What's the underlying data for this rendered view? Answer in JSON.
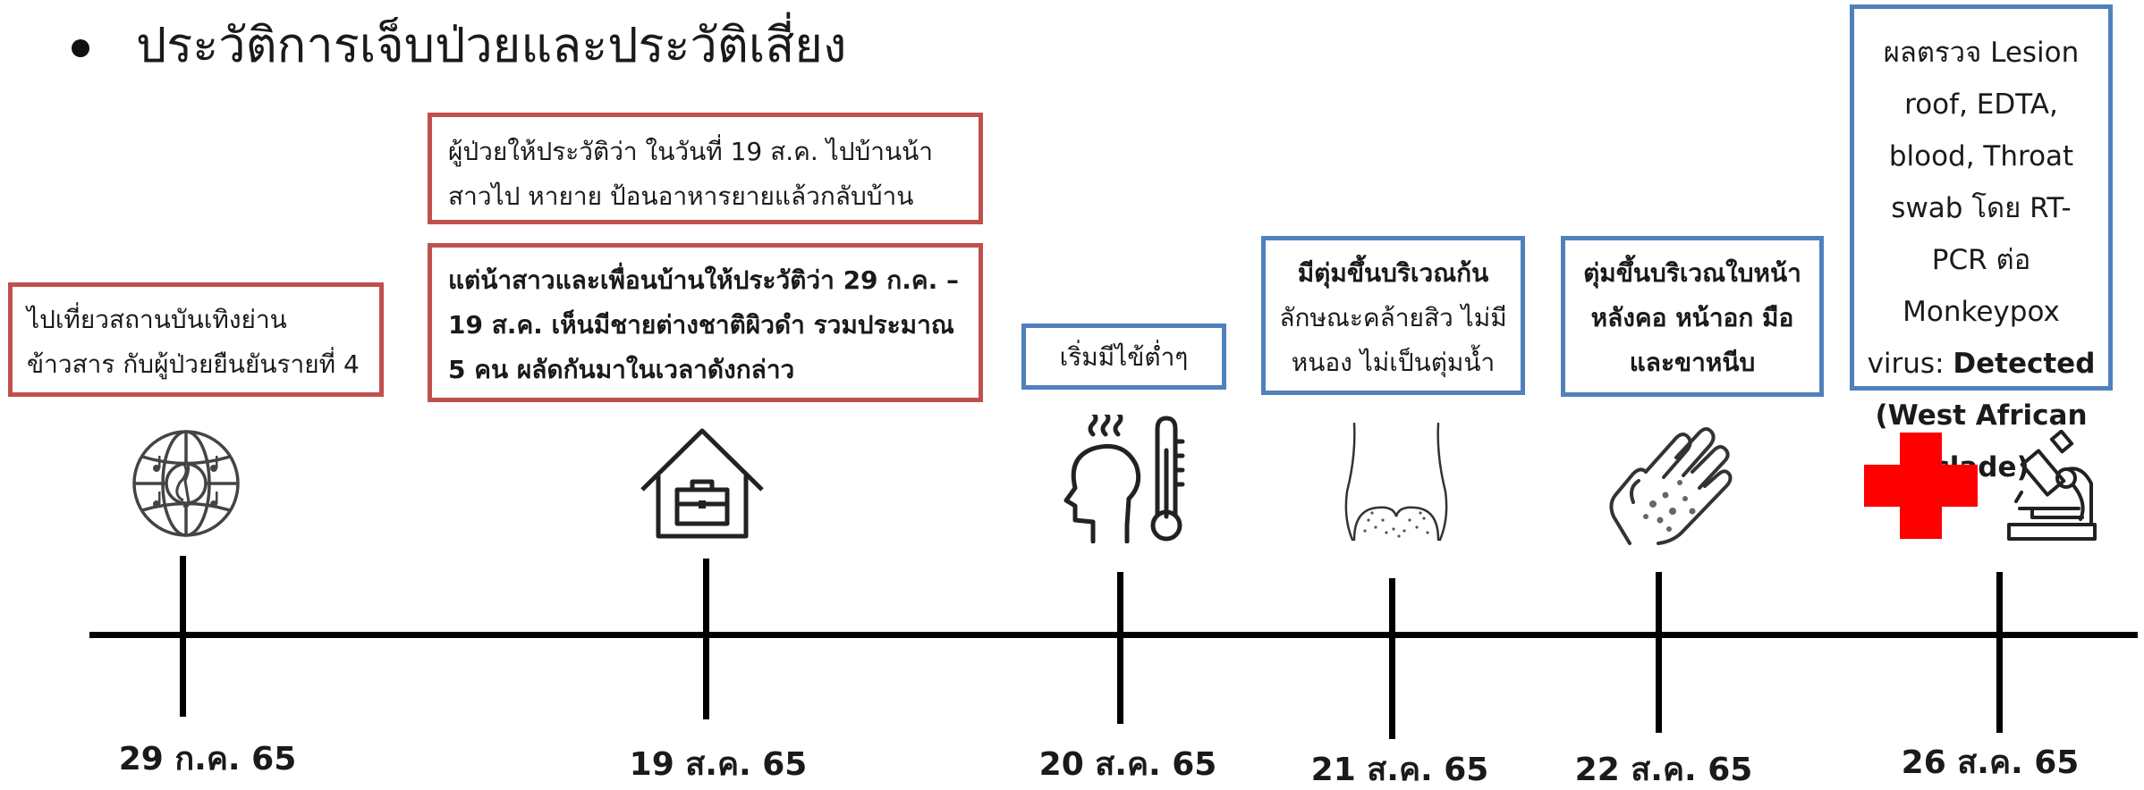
{
  "heading": {
    "bullet": "•",
    "text": "ประวัติการเจ็บป่วยและประวัติเสี่ยง"
  },
  "events": [
    {
      "date": "29 ก.ค. 65",
      "icon": "globe-music-icon",
      "note": "ไปเที่ยวสถานบันเทิงย่านข้าวสาร กับผู้ป่วยยืนยันรายที่ 4"
    },
    {
      "date": "19 ส.ค. 65",
      "icon": "house-briefcase-icon",
      "note": "ผู้ป่วยให้ประวัติว่า ในวันที่ 19 ส.ค. ไปบ้านน้าสาวไป หายาย ป้อนอาหารยายแล้วกลับบ้าน",
      "note2": "แต่น้าสาวและเพื่อนบ้านให้ประวัติว่า 29 ก.ค. – 19 ส.ค. เห็นมีชายต่างชาติผิวดำ รวมประมาณ 5 คน ผลัดกันมาในเวลาดังกล่าว"
    },
    {
      "date": "20 ส.ค. 65",
      "icon": "fever-head-thermometer-icon",
      "note": "เริ่มมีไข้ต่ำๆ"
    },
    {
      "date": "21 ส.ค. 65",
      "icon": "buttocks-rash-icon",
      "note_bold": "มีตุ่มขึ้นบริเวณก้น",
      "note": "ลักษณะคล้ายสิว ไม่มี หนอง ไม่เป็นตุ่มน้ำ"
    },
    {
      "date": "22 ส.ค. 65",
      "icon": "hand-rash-icon",
      "note": "ตุ่มขึ้นบริเวณใบหน้า หลังคอ หน้าอก มือ และขาหนีบ"
    },
    {
      "date": "26 ส.ค. 65",
      "icon": "red-cross-icon",
      "icon2": "microscope-icon",
      "note": "ผลตรวจ Lesion roof, EDTA, blood, Throat swab โดย RT-PCR ต่อ Monkeypox virus:",
      "note_bold": "Detected (West African clade)"
    }
  ],
  "colors": {
    "red_border": "#c0504d",
    "blue_border": "#4f81bd",
    "cross": "#ff0000"
  }
}
